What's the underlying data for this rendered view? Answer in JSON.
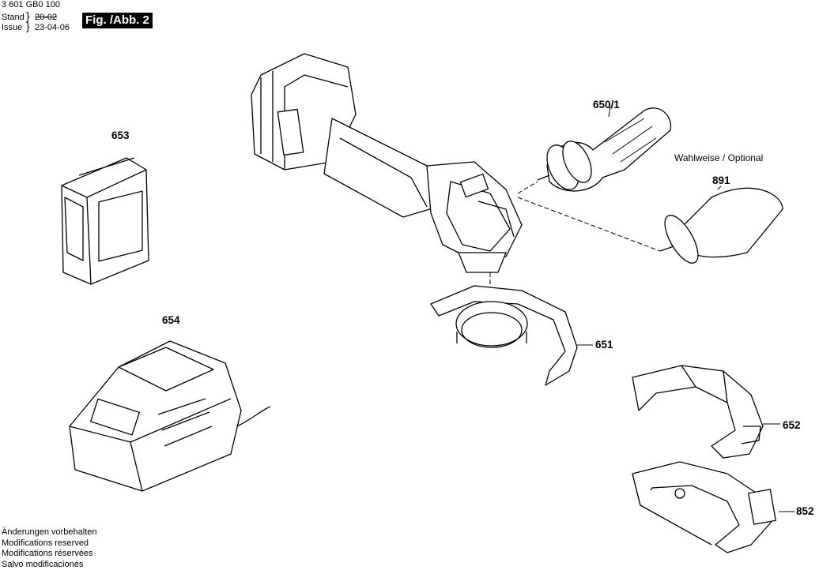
{
  "header": {
    "doc_number": "3 601 GB0 100",
    "stand_label": "Stand",
    "issue_label": "Issue",
    "stand_date": "20-02",
    "issue_date": "23-04-06",
    "figure_label": "Fig. /Abb. 2"
  },
  "callouts": {
    "battery": "653",
    "charger": "654",
    "handle_standard": "650/1",
    "handle_optional": "891",
    "guard": "651",
    "cutting_guard": "652",
    "dust_guard": "852"
  },
  "optional_note": "Wahlweise / Optional",
  "footer": [
    "Änderungen vorbehalten",
    "Modifications reserved",
    "Modifications réservées",
    "Salvo modificaciones"
  ]
}
